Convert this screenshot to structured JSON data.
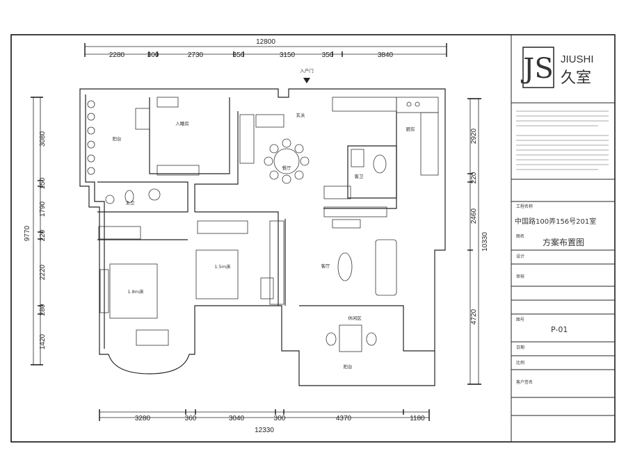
{
  "brand": {
    "logo_letters": "JS",
    "name_en": "JIUSHI",
    "name_cn": "久室"
  },
  "title_block": {
    "project_label": "工程名称",
    "project_name": "中国路100弄156号201室",
    "drawing_label": "图名",
    "drawing_name": "方案布置图",
    "drawing_no_label": "图号",
    "drawing_no": "P-01",
    "design_label": "设计",
    "review_label": "审核",
    "date_label": "日期",
    "scale_label": "比例",
    "client_label": "客户签名"
  },
  "dimensions": {
    "top_total": "12800",
    "top_parts": [
      "2280",
      "300",
      "2730",
      "350",
      "3150",
      "350",
      "3840"
    ],
    "bottom_total": "12330",
    "bottom_parts": [
      "3280",
      "360",
      "3040",
      "300",
      "4370",
      "1180"
    ],
    "left_total": "9770",
    "left_parts": [
      "3080",
      "150",
      "1790",
      "220",
      "2220",
      "280",
      "1420"
    ],
    "right_total": "10330",
    "right_parts": [
      "2920",
      "220",
      "2460",
      "4720"
    ]
  },
  "rooms": {
    "entrance": "入户门",
    "foyer": "玄关",
    "dining": "餐厅",
    "kitchen": "厨房",
    "balcony_nw": "阳台",
    "master_room": "入睡房",
    "guest_wc": "客卫",
    "master_wc": "主卫",
    "master_bed": "1.8m床",
    "second_bed": "1.5m床",
    "living": "客厅",
    "lounge": "休闲区",
    "balcony_s": "阳台"
  }
}
